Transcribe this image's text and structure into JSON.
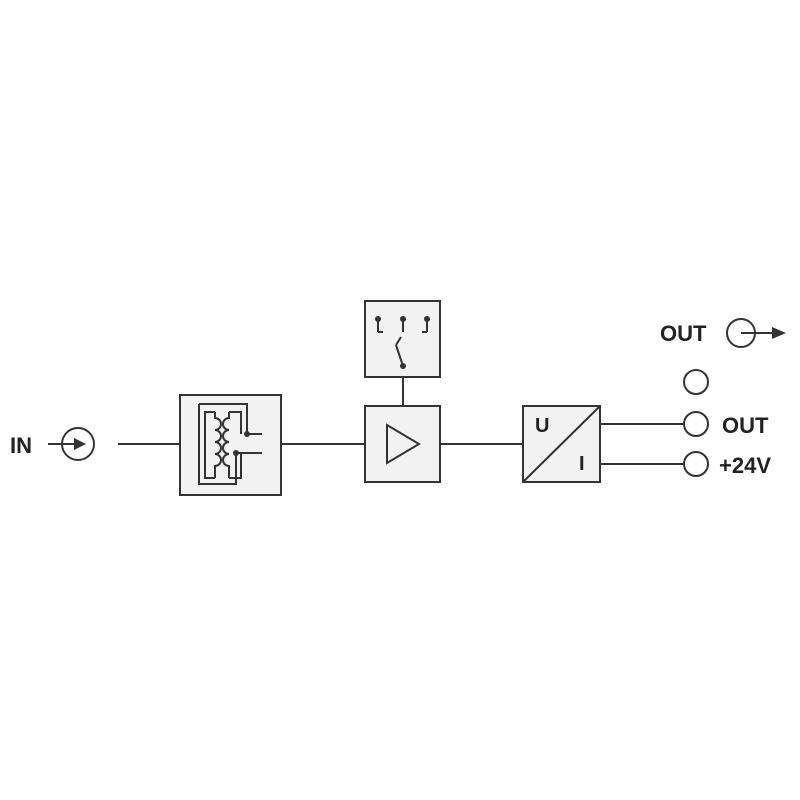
{
  "labels": {
    "in": "IN",
    "out_top": "OUT",
    "out": "OUT",
    "supply": "+24V",
    "u": "U",
    "i": "I"
  },
  "blocks": [
    {
      "name": "isolation-transformer-block",
      "icon": "transformer-icon"
    },
    {
      "name": "switch-block",
      "icon": "switch-icon"
    },
    {
      "name": "amplifier-block",
      "icon": "amplifier-triangle-icon"
    },
    {
      "name": "voltage-current-converter-block",
      "icon": "u-i-converter-icon"
    }
  ],
  "colors": {
    "line": "#333333",
    "block_fill": "#f2f2f2",
    "text": "#222222"
  }
}
